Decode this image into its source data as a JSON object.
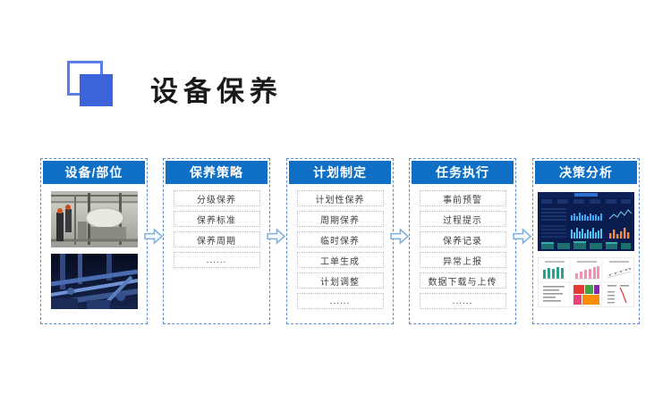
{
  "header": {
    "title": "设备保养"
  },
  "columns": [
    {
      "title": "设备/部位",
      "type": "images",
      "images": [
        "plant-workers-photo",
        "blue-piping-photo"
      ]
    },
    {
      "title": "保养策略",
      "items": [
        "分级保养",
        "保养标准",
        "保养周期",
        "......"
      ]
    },
    {
      "title": "计划制定",
      "items": [
        "计划性保养",
        "周期保养",
        "临时保养",
        "工单生成",
        "计划调整",
        "......"
      ]
    },
    {
      "title": "任务执行",
      "items": [
        "事前预警",
        "过程提示",
        "保养记录",
        "异常上报",
        "数据下载与上传",
        "......"
      ]
    },
    {
      "title": "决策分析",
      "type": "images",
      "images": [
        "bi-dashboard-screenshot",
        "report-charts-page"
      ]
    }
  ],
  "colors": {
    "header_bar": "#0f6fc5",
    "logo_fill": "#3d63db",
    "logo_outline": "#5b7fe8",
    "column_border": "#5b8bd0",
    "arrow_outline": "#7fb0dd",
    "title_text": "#1a1a1a"
  }
}
